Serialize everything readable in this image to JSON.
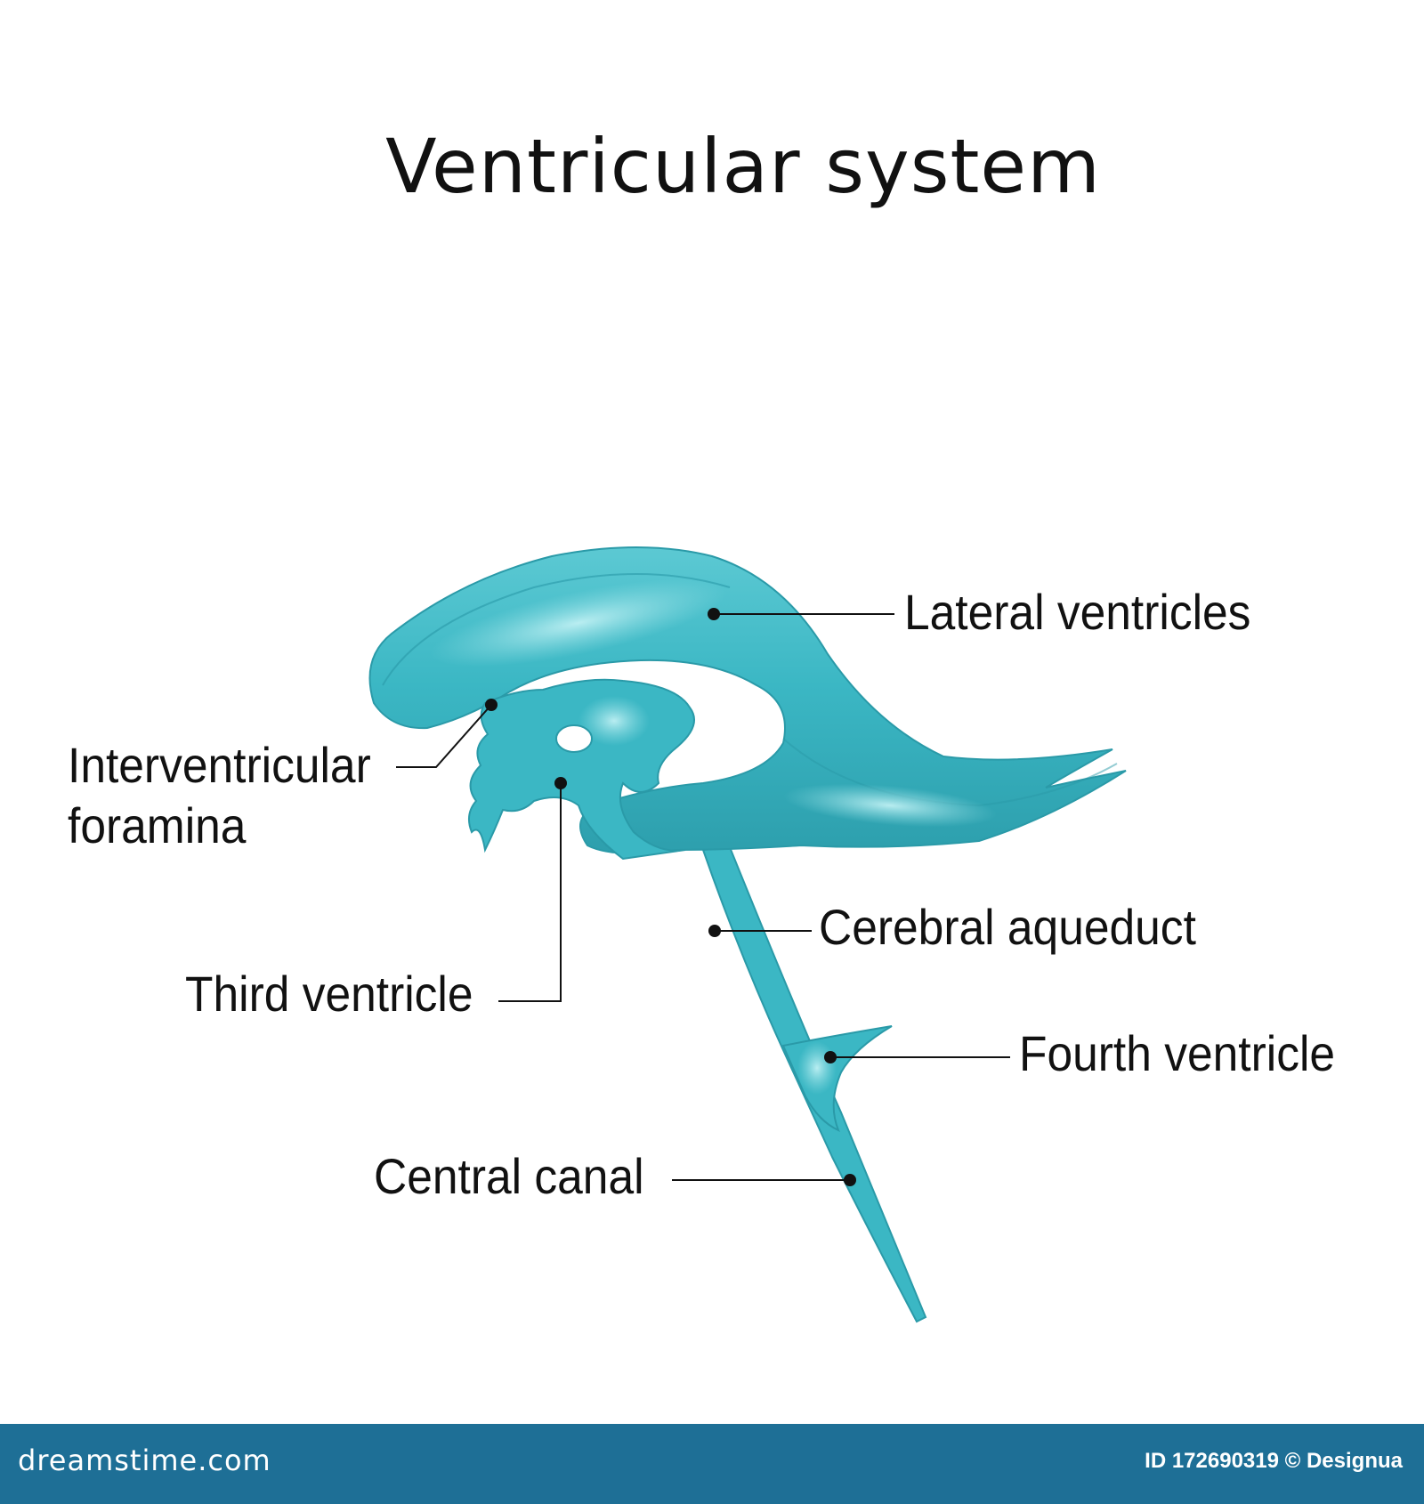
{
  "title": "Ventricular system",
  "labels": {
    "lateral_ventricles": "Lateral ventricles",
    "interventricular_foramina_line1": "Interventricular",
    "interventricular_foramina_line2": "foramina",
    "third_ventricle": "Third ventricle",
    "cerebral_aqueduct": "Cerebral aqueduct",
    "fourth_ventricle": "Fourth ventricle",
    "central_canal": "Central canal"
  },
  "footer": {
    "brand": "dreamstime.com",
    "credit": "ID 172690319 © Designua"
  },
  "colors": {
    "ventricle_fill": "#3bb7c4",
    "ventricle_dark": "#2a9aa8",
    "ventricle_light": "#8fdde3",
    "leader": "#111111",
    "footer_bg": "#1e6f96"
  }
}
